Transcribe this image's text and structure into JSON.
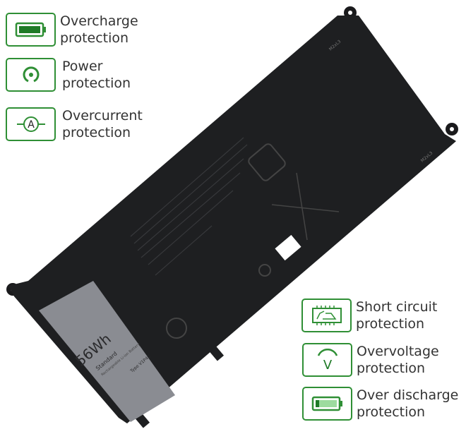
{
  "features_left": [
    {
      "icon": "battery-full-icon",
      "line1": "Overcharge",
      "line2": "protection"
    },
    {
      "icon": "power-icon",
      "line1": "Power",
      "line2": "protection"
    },
    {
      "icon": "ammeter-icon",
      "line1": "Overcurrent",
      "line2": "protection",
      "symbol": "A"
    }
  ],
  "features_right": [
    {
      "icon": "circuit-board-icon",
      "line1": "Short circuit",
      "line2": "protection"
    },
    {
      "icon": "voltmeter-icon",
      "line1": "Overvoltage",
      "line2": "protection",
      "symbol": "V"
    },
    {
      "icon": "battery-low-icon",
      "line1": "Over discharge",
      "line2": "protection"
    }
  ],
  "battery": {
    "capacity": "56Wh",
    "grade": "Standard",
    "chemistry": "Rechargeable Li-ion Battery",
    "type": "Type V1P4C",
    "screw_mark": "M2xL3"
  },
  "colors": {
    "accent": "#2f8f35",
    "battery_body": "#1e1f21",
    "label": "#8a8c92"
  }
}
